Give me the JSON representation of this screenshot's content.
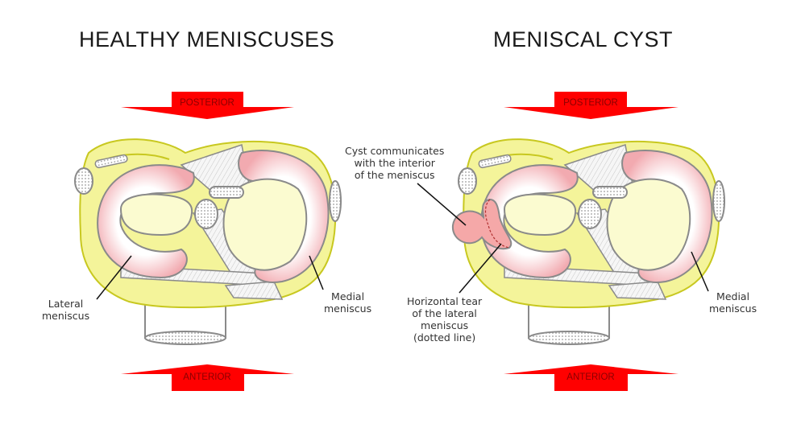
{
  "titles": {
    "left": "HEALTHY MENISCUSES",
    "right": "MENISCAL CYST"
  },
  "arrows": {
    "posterior": "POSTERIOR",
    "anterior": "ANTERIOR",
    "color": "#ff0000"
  },
  "labels": {
    "left_lateral": [
      "Lateral",
      "meniscus"
    ],
    "left_medial": [
      "Medial",
      "meniscus"
    ],
    "right_cyst": [
      "Cyst communicates",
      "with the interior",
      "of the meniscus"
    ],
    "right_tear": [
      "Horizontal tear",
      "of the lateral",
      "meniscus",
      "(dotted line)"
    ],
    "right_medial": [
      "Medial",
      "meniscus"
    ]
  },
  "colors": {
    "tibia_fill": "#f4f49a",
    "tibia_stroke": "#c8c820",
    "meniscus_fill": "#f7c6c6",
    "plateau_fill": "#fbfbd0",
    "outline": "#8a8a8a",
    "cyst_fill": "#f5a8a8"
  }
}
